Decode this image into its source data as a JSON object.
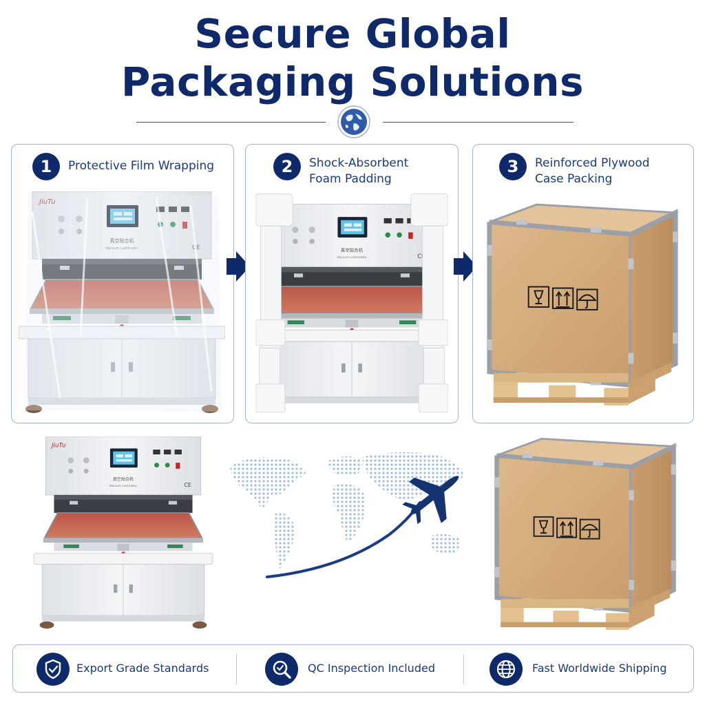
{
  "header": {
    "title_line1": "Secure Global",
    "title_line2": "Packaging Solutions"
  },
  "steps": [
    {
      "number": "1",
      "label_line1": "Protective Film Wrapping",
      "label_line2": ""
    },
    {
      "number": "2",
      "label_line1": "Shock-Absorbent",
      "label_line2": "Foam Padding"
    },
    {
      "number": "3",
      "label_line1": "Reinforced Plywood",
      "label_line2": "Case Packing"
    }
  ],
  "machine": {
    "brand": "JiuTu",
    "label_cn": "真空贴合机",
    "label_en": "Vacuum Laminator",
    "ce_mark": "CE"
  },
  "features": [
    {
      "label": "Export Grade Standards",
      "icon": "shield-check-icon"
    },
    {
      "label": "QC Inspection Included",
      "icon": "magnifier-check-icon"
    },
    {
      "label": "Fast Worldwide Shipping",
      "icon": "globe-icon"
    }
  ],
  "colors": {
    "navy": "#0f2a6b",
    "card_border": "#9fb4d6",
    "plywood": "#d7ae7f",
    "heat_plate": "#c4634e",
    "machine_body": "#eceef1"
  }
}
